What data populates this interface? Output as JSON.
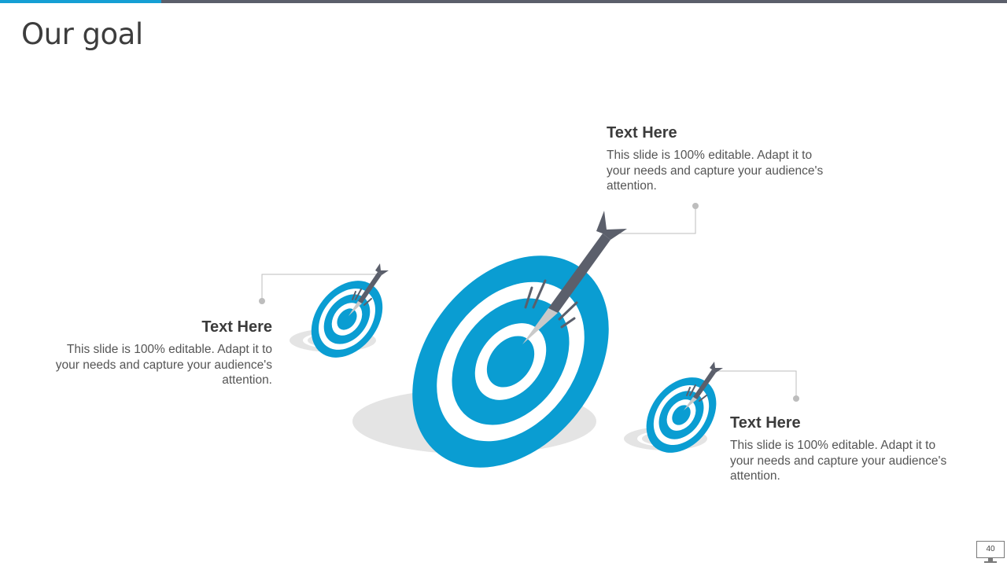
{
  "slide": {
    "title": "Our goal",
    "page_number": "40"
  },
  "colors": {
    "accent": "#159fd4",
    "dark": "#5b5f6b",
    "shadow": "#e3e3e3",
    "connector": "#bdbdbd"
  },
  "icons": [
    "target-icon",
    "dart-icon"
  ],
  "blocks": {
    "top": {
      "heading": "Text Here",
      "body": "This slide is 100% editable. Adapt it to your needs and capture your audience's attention."
    },
    "left": {
      "heading": "Text Here",
      "body": "This slide is 100% editable. Adapt it to your needs and capture your audience's attention."
    },
    "right": {
      "heading": "Text Here",
      "body": "This slide is 100% editable. Adapt it to your needs and capture your audience's attention."
    }
  }
}
